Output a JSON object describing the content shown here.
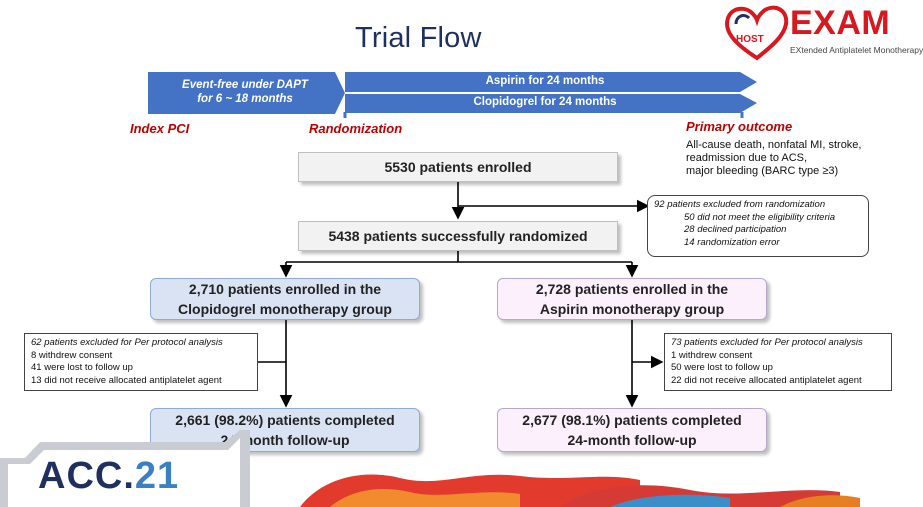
{
  "title": "Trial Flow",
  "logo": {
    "badge": "HOST",
    "name": "EXAM",
    "subtitle": "EXtended Antiplatelet Monotherapy",
    "colors": {
      "red": "#d8181e",
      "blue": "#1f2f5f"
    }
  },
  "timeline": {
    "dapt_label_1": "Event-free under DAPT",
    "dapt_label_2": "for 6 ~ 18 months",
    "aspirin_arrow": "Aspirin for 24 months",
    "clopidogrel_arrow": "Clopidogrel for 24 months",
    "index_pci": "Index PCI",
    "randomization": "Randomization",
    "primary_outcome": "Primary outcome",
    "outcome_lines": [
      "All-cause death, nonfatal MI, stroke,",
      "readmission due to ACS,",
      "major bleeding (BARC type ≥3)"
    ],
    "arrow_color": "#4472c4"
  },
  "flow": {
    "enrolled": "5530 patients enrolled",
    "randomized": "5438 patients successfully randomized",
    "excluded_randomization": {
      "title": "92 patients excluded from randomization",
      "lines": [
        "50 did not meet the eligibility criteria",
        "28 declined participation",
        "14 randomization error"
      ]
    },
    "clopidogrel_group": {
      "line1": "2,710 patients enrolled in the",
      "line2": "Clopidogrel monotherapy group"
    },
    "aspirin_group": {
      "line1": "2,728 patients enrolled in the",
      "line2": "Aspirin monotherapy group"
    },
    "clopidogrel_excluded": {
      "title": "62 patients excluded for Per protocol analysis",
      "lines": [
        "8 withdrew consent",
        "41 were lost to follow up",
        "13 did not receive allocated antiplatelet agent"
      ]
    },
    "aspirin_excluded": {
      "title": "73 patients excluded for Per protocol analysis",
      "lines": [
        "1 withdrew consent",
        "50 were lost to follow up",
        "22 did not receive allocated antiplatelet agent"
      ]
    },
    "clopidogrel_completed": {
      "line1": "2,661 (98.2%) patients completed",
      "line2": "24-month follow-up"
    },
    "aspirin_completed": {
      "line1": "2,677 (98.1%) patients completed",
      "line2": "24-month follow-up"
    }
  },
  "footer": {
    "acc_prefix": "ACC.",
    "acc_year": "21"
  }
}
